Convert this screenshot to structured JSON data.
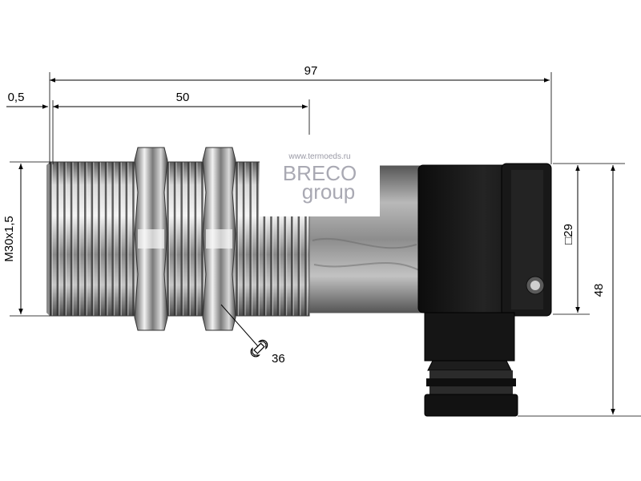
{
  "drawing": {
    "dimensions": {
      "overall_length": "97",
      "thread_length": "50",
      "flange_offset": "0,5",
      "thread_size": "M30x1,5",
      "connector_square": "□29",
      "connector_height": "48",
      "wrench_size": "36"
    },
    "watermark": {
      "url": "www.termoeds.ru",
      "brand_main": "BRECO",
      "brand_sub": "group"
    },
    "icons": [
      "wrench-icon"
    ],
    "colors": {
      "line": "#000000",
      "thread_light": "#e8e8e8",
      "thread_dark": "#4a4a4a",
      "connector": "#141414"
    }
  }
}
